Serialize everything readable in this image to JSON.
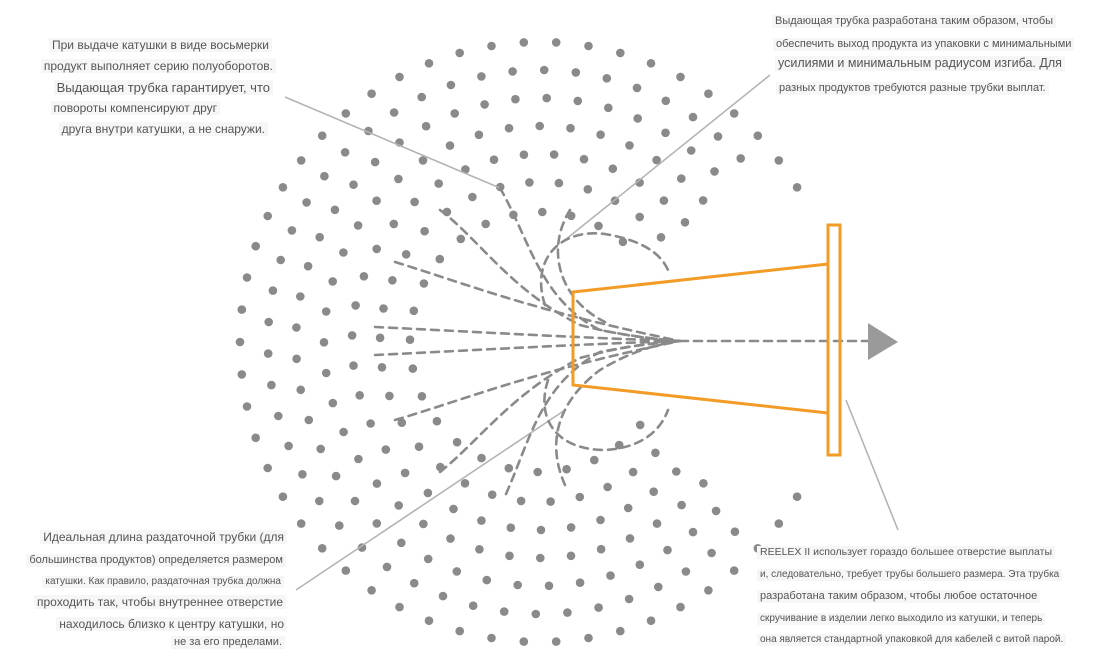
{
  "colors": {
    "dots": "#8a8a8a",
    "dashes": "#8a8a8a",
    "tube": "#f29b26",
    "leader": "#b4b4b4",
    "arrow": "#9a9a9a",
    "text": "#555555"
  },
  "annotations": {
    "top_left": {
      "lines": [
        "При выдаче катушки в виде восьмерки",
        "продукт выполняет серию полуоборотов.",
        "Выдающая трубка гарантирует, что",
        "повороты компенсируют друг",
        "друга внутри катушки, а не снаружи."
      ]
    },
    "top_right": {
      "lines": [
        "Выдающая трубка разработана таким образом, чтобы",
        "обеспечить выход продукта из упаковки с минимальными",
        "усилиями и минимальным радиусом изгиба. Для",
        "разных продуктов требуются разные трубки выплат."
      ]
    },
    "bottom_left": {
      "lines": [
        "Идеальная длина раздаточной трубки (для",
        "большинства продуктов) определяется размером",
        "катушки. Как правило, раздаточная трубка должна",
        "проходить так, чтобы внутреннее отверстие",
        "находилось близко к центру катушки, но",
        "не за его пределами."
      ]
    },
    "bottom_right": {
      "lines": [
        "REELEX II использует гораздо большее отверстие выплаты",
        "и, следовательно, требует трубы большего размера. Эта трубка",
        "разработана таким образом, чтобы любое остаточное",
        "скручивание в изделии легко выходило из катушки, и теперь",
        "она является стандартной упаковкой для кабелей с витой парой."
      ]
    }
  }
}
